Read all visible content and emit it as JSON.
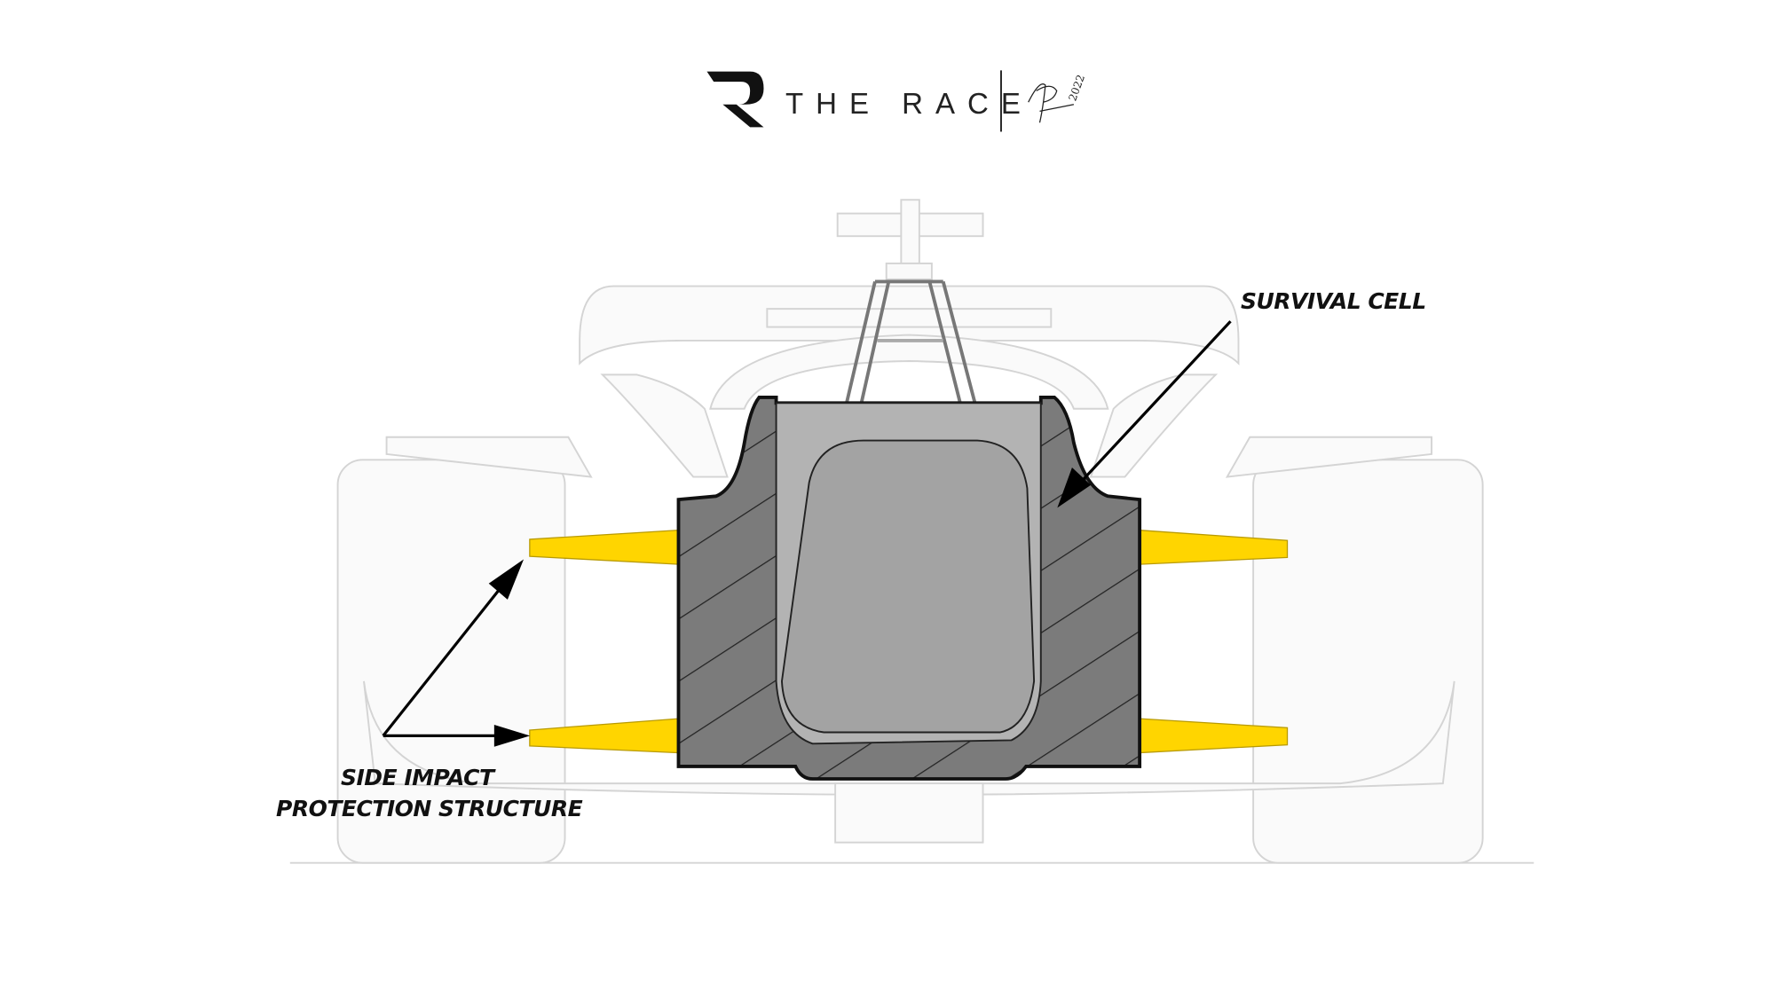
{
  "header": {
    "brand_name": "THE RACE",
    "logo_letter": "R",
    "signature_year": "2022"
  },
  "labels": {
    "survival_cell": "SURVIVAL CELL",
    "side_impact_line1": "SIDE IMPACT",
    "side_impact_line2": "PROTECTION STRUCTURE"
  },
  "colors": {
    "impact_structure": "#FFD500",
    "survival_cell_hatch": "#7b7b7b",
    "cockpit": "#b3b3b3"
  }
}
